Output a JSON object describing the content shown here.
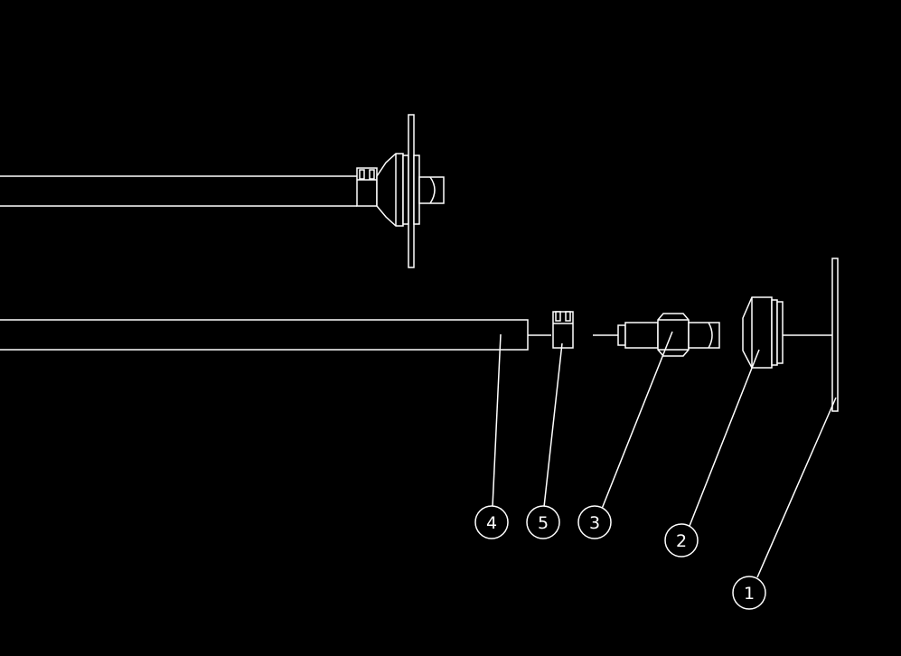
{
  "drawing": {
    "background_color": "#000000",
    "line_color": "#ffffff",
    "callouts": [
      {
        "id": "part-4",
        "label": "4"
      },
      {
        "id": "part-5",
        "label": "5"
      },
      {
        "id": "part-3",
        "label": "3"
      },
      {
        "id": "part-2",
        "label": "2"
      },
      {
        "id": "part-1",
        "label": "1"
      }
    ]
  }
}
